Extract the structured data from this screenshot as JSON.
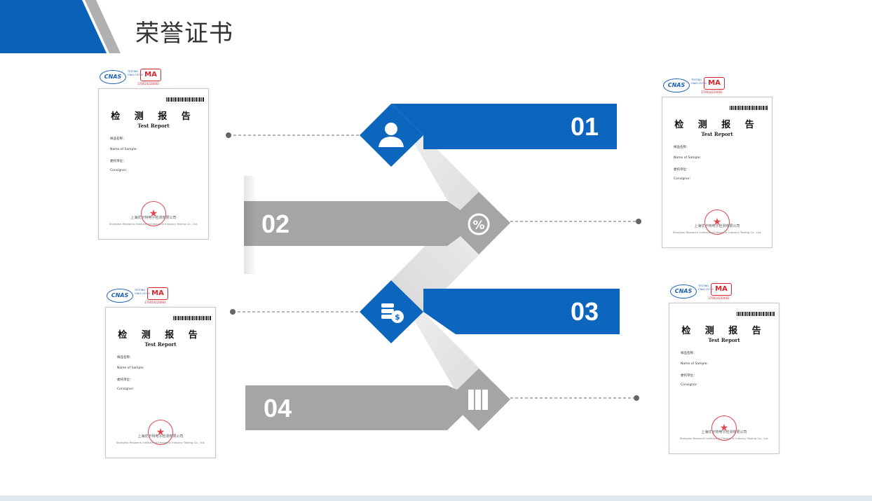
{
  "header": {
    "title": "荣誉证书",
    "accent_color": "#0a62b8",
    "stripe_color": "#b0b0b0"
  },
  "colors": {
    "blue": "#0d66bd",
    "gray": "#a5a5a5",
    "ribbon_light": "#ececec",
    "ribbon_dark": "#d4d4d4",
    "connector": "#888888"
  },
  "steps": [
    {
      "number": "01",
      "icon": "user-icon",
      "color": "#0d66bd"
    },
    {
      "number": "02",
      "icon": "percent-icon",
      "color": "#a5a5a5"
    },
    {
      "number": "03",
      "icon": "coins-icon",
      "color": "#0d66bd"
    },
    {
      "number": "04",
      "icon": "binders-icon",
      "color": "#a5a5a5"
    }
  ],
  "certificate": {
    "cnas": "CNAS",
    "cnas_text": "TESTING CNAS L5746",
    "cma": "MA",
    "cma_number": "170014220083",
    "title": "检 测 报 告",
    "subtitle": "Test Report",
    "field_1": "样品名称：",
    "field_2": "Name of Sample:",
    "field_3": "委托单位：",
    "field_4": "Consignor:",
    "lab_cn": "上海优卡特电子检测有限公司",
    "lab_en": "Shanghai Research Institute of Electronic Industry Testing Co., Ltd.",
    "seal": "★"
  }
}
